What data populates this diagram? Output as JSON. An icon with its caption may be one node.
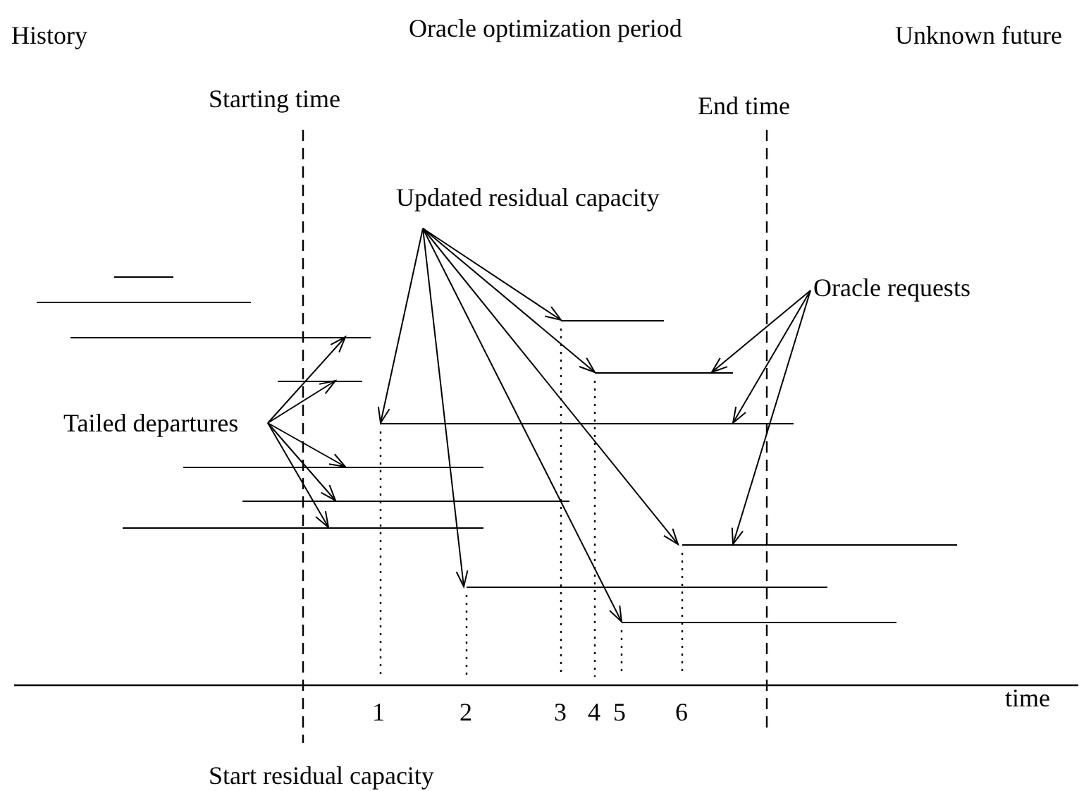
{
  "diagram": {
    "nodes": [
      {
        "text": [
          "Updated residual capacity"
        ]
      },
      {
        "text": [
          "Oracle requests"
        ]
      },
      {
        "text": [
          "Tailed departures"
        ]
      },
      {
        "text": [],
        "shape": "bar"
      },
      {
        "text": [],
        "shape": "bar"
      },
      {
        "text": [],
        "shape": "bar"
      },
      {
        "text": [],
        "shape": "bar"
      },
      {
        "text": [],
        "shape": "bar"
      },
      {
        "text": [],
        "shape": "bar"
      },
      {
        "text": [],
        "shape": "bar"
      },
      {
        "text": [],
        "shape": "bar"
      },
      {
        "text": [],
        "shape": "bar"
      },
      {
        "text": [],
        "shape": "bar"
      },
      {
        "text": [],
        "shape": "bar"
      },
      {
        "text": [],
        "shape": "bar"
      },
      {
        "text": [],
        "shape": "bar"
      }
    ],
    "edges": [
      {
        "from": 2,
        "to": 6,
        "arrow": "to"
      },
      {
        "from": 2,
        "to": 8,
        "arrow": "to"
      },
      {
        "from": 2,
        "to": 10,
        "arrow": "to"
      },
      {
        "from": 2,
        "to": 11,
        "arrow": "to"
      },
      {
        "from": 2,
        "to": 12,
        "arrow": "to"
      },
      {
        "from": 0,
        "to": 9,
        "arrow": "to"
      },
      {
        "from": 0,
        "to": 14,
        "arrow": "to"
      },
      {
        "from": 0,
        "to": 5,
        "arrow": "to"
      },
      {
        "from": 0,
        "to": 7,
        "arrow": "to"
      },
      {
        "from": 0,
        "to": 13,
        "arrow": "to"
      },
      {
        "from": 0,
        "to": 15,
        "arrow": "to"
      },
      {
        "from": 1,
        "to": 7,
        "arrow": "to"
      },
      {
        "from": 1,
        "to": 9,
        "arrow": "to"
      },
      {
        "from": 1,
        "to": 13,
        "arrow": "to"
      }
    ],
    "labels": [
      "History",
      "Oracle optimization period",
      "Unknown future",
      "Starting time",
      "End time",
      "1",
      "2",
      "3",
      "4",
      "5",
      "6",
      "time",
      "Start residual capacity"
    ]
  }
}
